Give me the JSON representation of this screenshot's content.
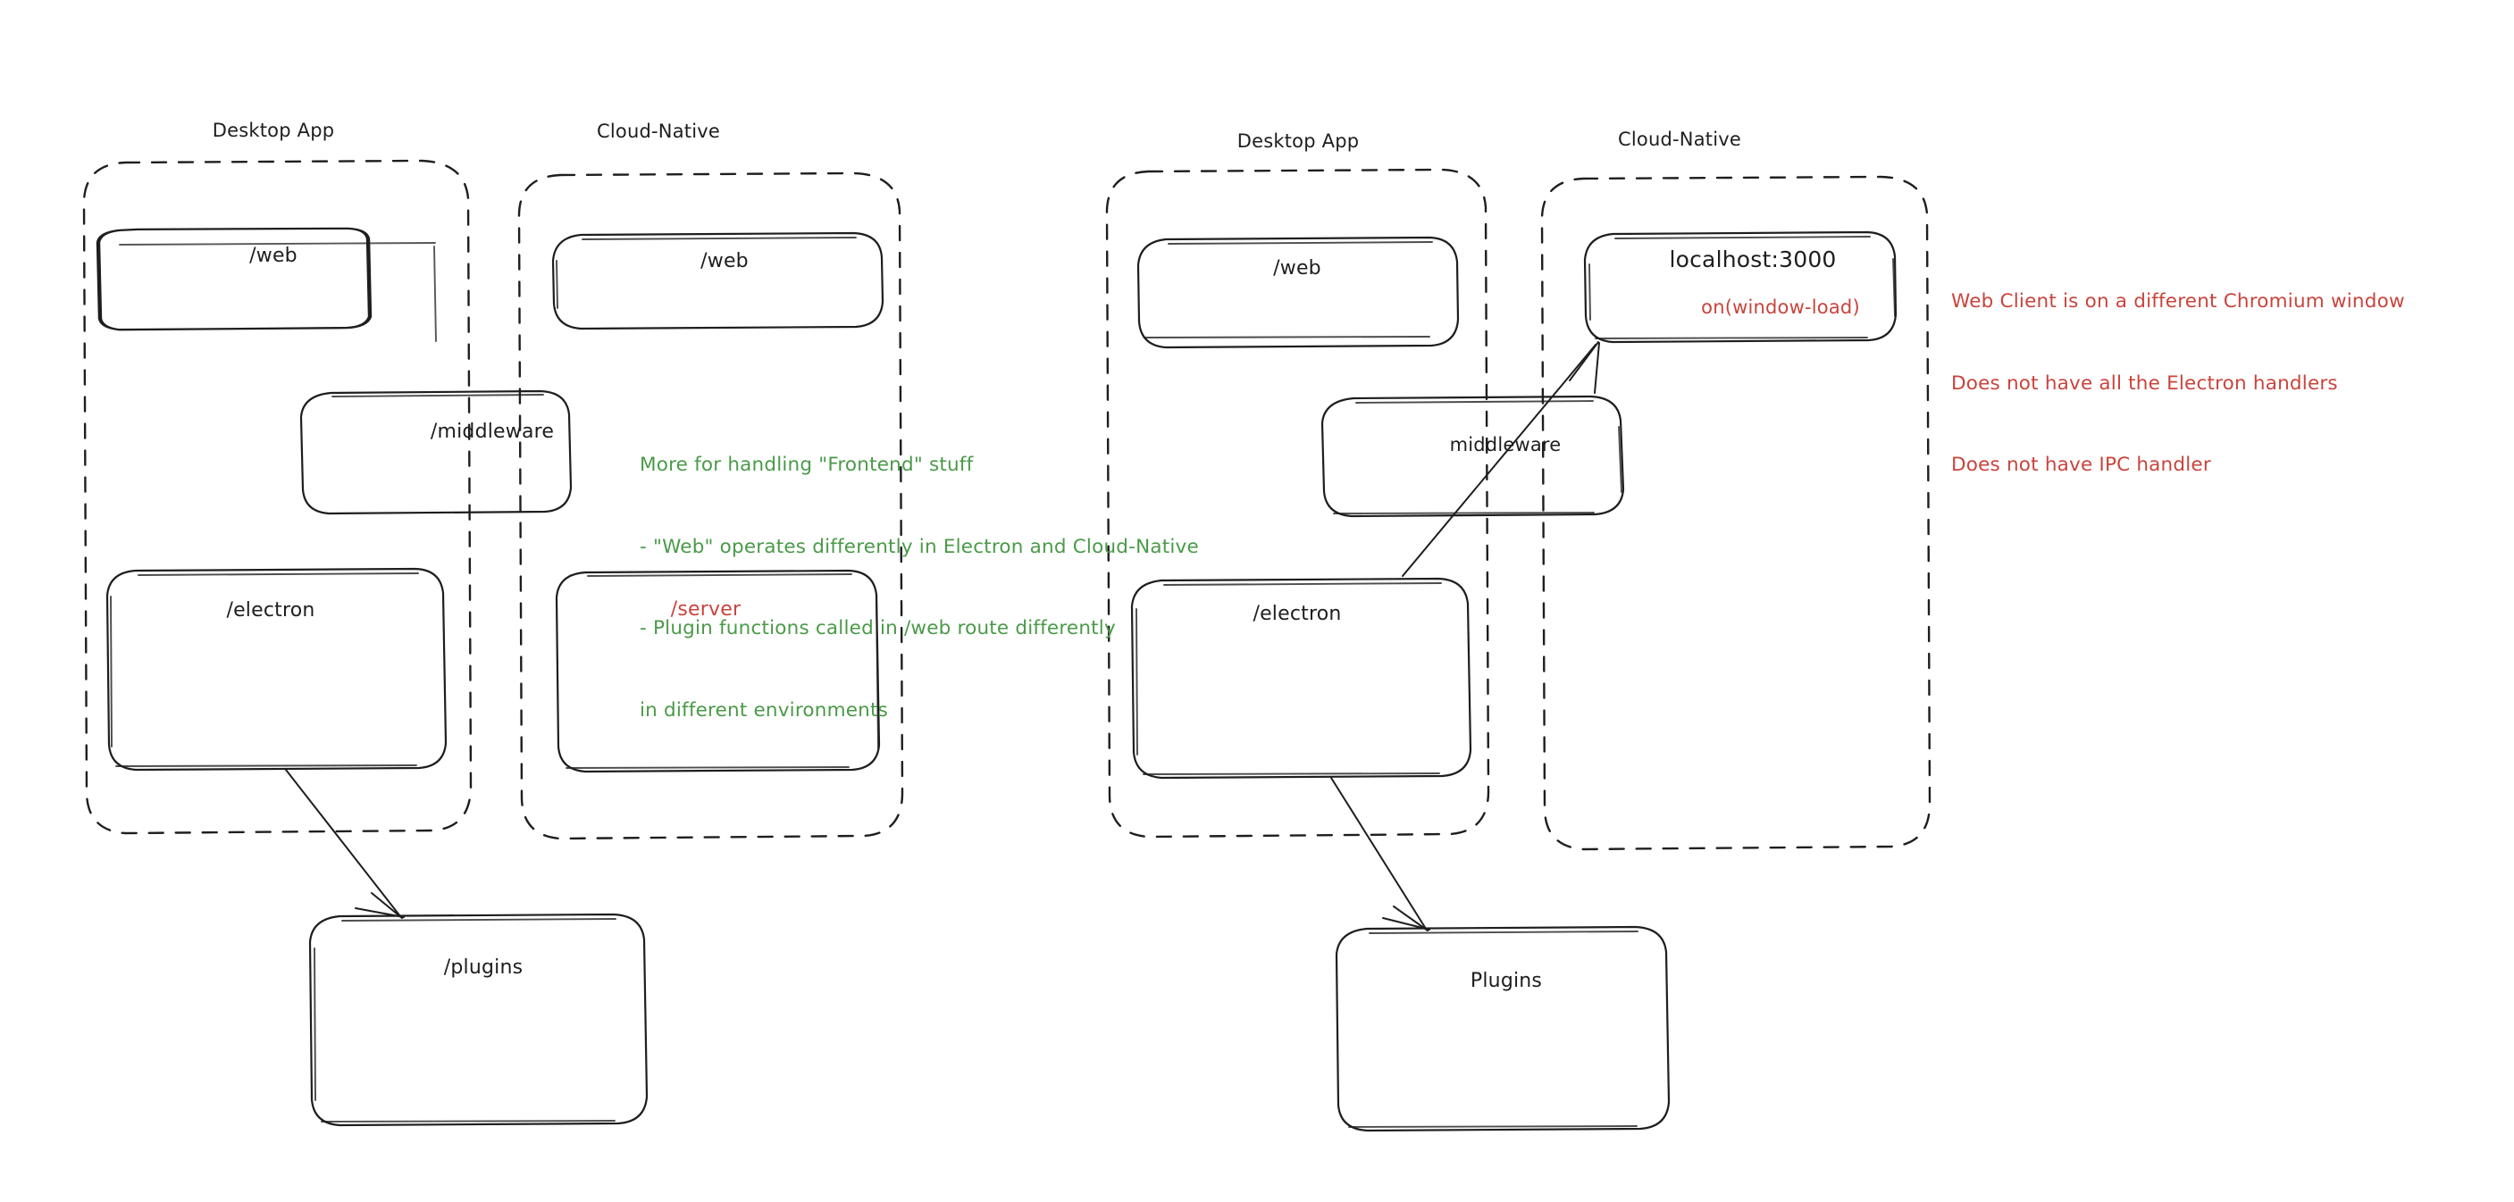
{
  "diagram": {
    "type": "hand-drawn-architecture-diagram",
    "style": "excalidraw",
    "background": "#ffffff",
    "colors": {
      "ink": "#1e1e1e",
      "green": "#4a9a48",
      "red": "#c9443c"
    }
  },
  "left_diagram": {
    "groups": [
      {
        "title": "Desktop App"
      },
      {
        "title": "Cloud-Native"
      }
    ],
    "boxes": [
      {
        "label": "/web",
        "color": "ink"
      },
      {
        "label": "/web",
        "color": "ink"
      },
      {
        "label": "/middleware",
        "color": "ink"
      },
      {
        "label": "/electron",
        "color": "ink"
      },
      {
        "label": "/server",
        "color": "red"
      },
      {
        "label": "/plugins",
        "color": "ink"
      }
    ],
    "note_green": {
      "lines": [
        "More for handling \"Frontend\" stuff",
        "- \"Web\" operates differently in Electron and Cloud-Native",
        "- Plugin functions called in /web route differently",
        "in different environments"
      ]
    }
  },
  "right_diagram": {
    "groups": [
      {
        "title": "Desktop App"
      },
      {
        "title": "Cloud-Native"
      }
    ],
    "boxes": [
      {
        "label": "/web",
        "color": "ink"
      },
      {
        "label": "localhost:3000",
        "color": "ink",
        "sublabel": "on(window-load)",
        "sublabel_color": "red"
      },
      {
        "label": "middleware",
        "color": "ink"
      },
      {
        "label": "/electron",
        "color": "ink"
      },
      {
        "label": "Plugins",
        "color": "ink"
      }
    ],
    "note_red": {
      "lines": [
        "Web Client is on a different Chromium window",
        "Does not have all the Electron handlers",
        "Does not have IPC handler"
      ]
    }
  }
}
